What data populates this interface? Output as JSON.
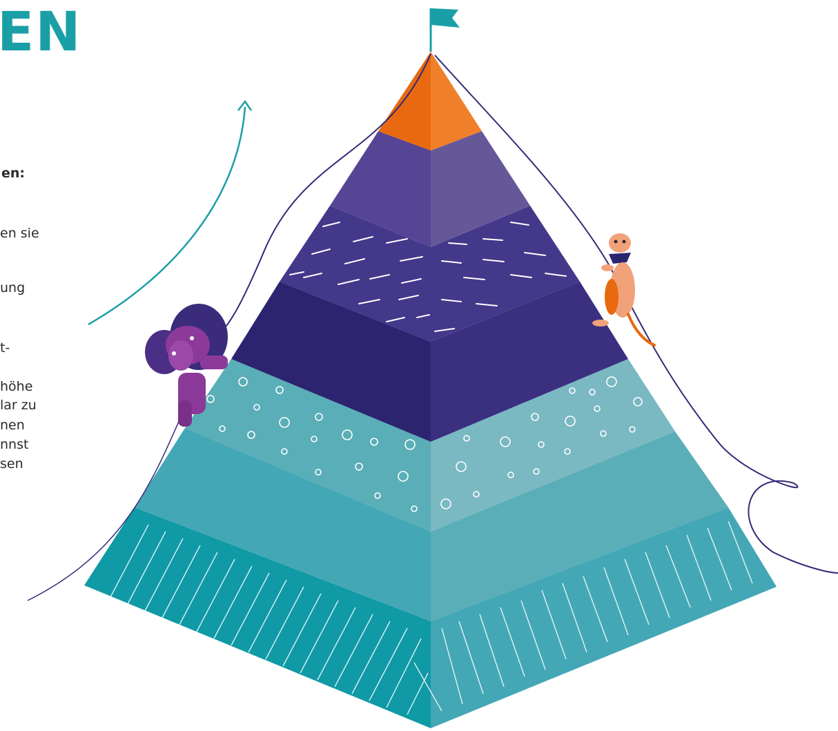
{
  "title": "EN",
  "text_fragments": {
    "heading": "en:",
    "line1": "en sie",
    "line2": "ung",
    "line3": "t-",
    "line4": "höhe",
    "line5": "lar zu",
    "line6": "nen",
    "line7": "nnst",
    "line8": "sen"
  },
  "colors": {
    "tip_orange": "#f07f2a",
    "tip_orange_dark": "#e8690f",
    "purple_light": "#5d4a92",
    "purple_mid": "#4f3b8c",
    "purple_dark": "#382a7d",
    "purple_darker": "#2d2470",
    "teal_light": "#7ab8c2",
    "teal_mid": "#5aaeb7",
    "teal_base": "#44a7b6",
    "teal_dark": "#0f9aa5",
    "accent_teal": "#1a9fa6",
    "rope": "#322a78",
    "elephant": "#8c3a9a",
    "meerkat": "#f2a27a"
  }
}
